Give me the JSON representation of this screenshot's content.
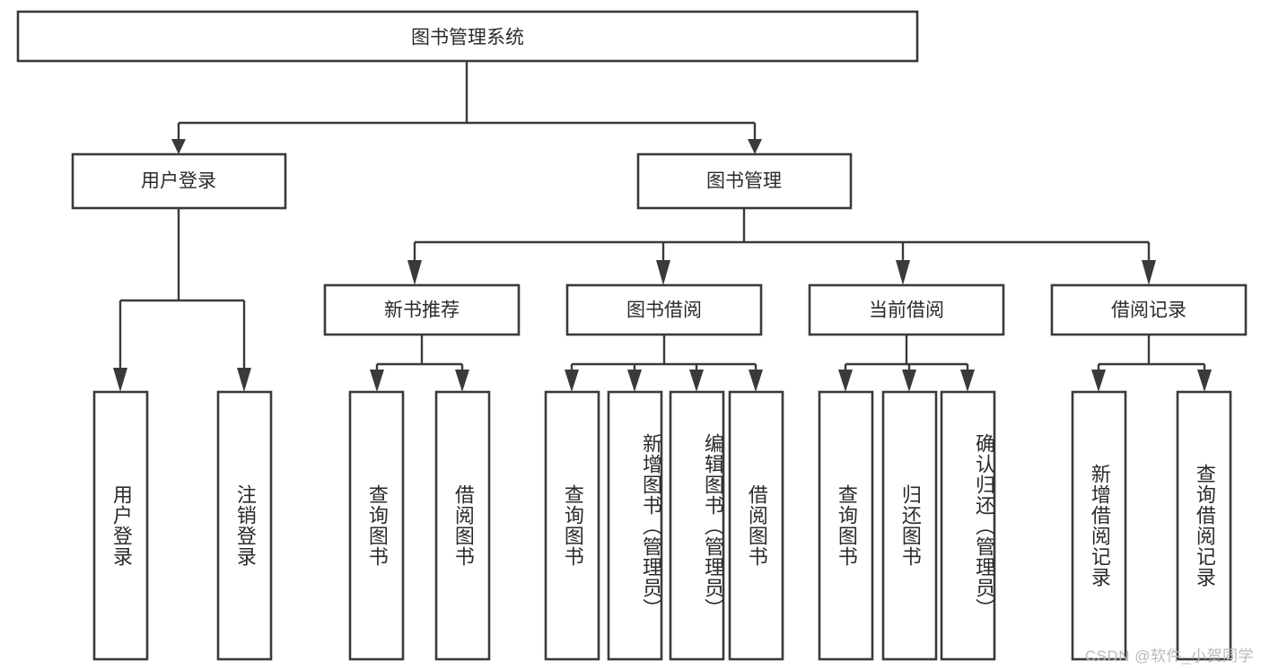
{
  "diagram": {
    "title": "图书管理系统",
    "type": "hierarchy-tree",
    "watermark": "CSDN @软件_小贺同学",
    "colors": {
      "stroke": "#3a3a3a",
      "box_fill": "#ffffff",
      "text": "#2b2b2b",
      "background": "#ffffff",
      "watermark": "#b9b9b9"
    },
    "levels": {
      "root": {
        "label": "图书管理系统"
      },
      "level2": [
        {
          "label": "用户登录"
        },
        {
          "label": "图书管理"
        }
      ],
      "level3": [
        {
          "label": "新书推荐"
        },
        {
          "label": "图书借阅"
        },
        {
          "label": "当前借阅"
        },
        {
          "label": "借阅记录"
        }
      ],
      "leaves": {
        "user_login": [
          {
            "label": "用户登录"
          },
          {
            "label": "注销登录"
          }
        ],
        "new_book_recommend": [
          {
            "label": "查询图书"
          },
          {
            "label": "借阅图书"
          }
        ],
        "book_borrow": [
          {
            "label": "查询图书"
          },
          {
            "label": "新增图书（管理员）"
          },
          {
            "label": "编辑图书（管理员）"
          },
          {
            "label": "借阅图书"
          }
        ],
        "current_borrow": [
          {
            "label": "查询图书"
          },
          {
            "label": "归还图书"
          },
          {
            "label": "确认归还（管理员）"
          }
        ],
        "borrow_record": [
          {
            "label": "新增借阅记录"
          },
          {
            "label": "查询借阅记录"
          }
        ]
      }
    }
  }
}
